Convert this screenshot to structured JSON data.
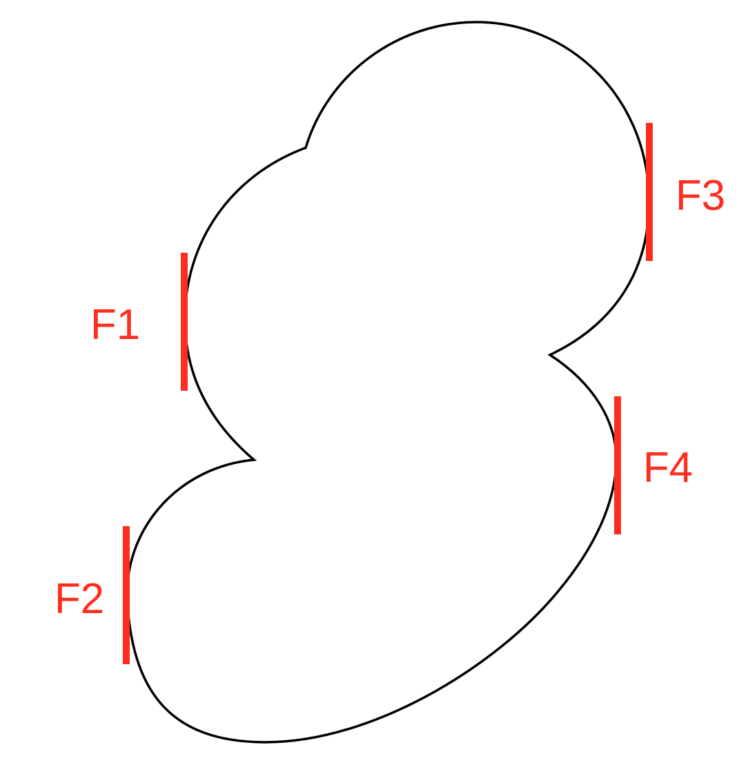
{
  "colors": {
    "outline": "#000000",
    "marker": "#ff2d1f",
    "background": "#ffffff"
  },
  "markers": [
    {
      "id": "f1",
      "label": "F1"
    },
    {
      "id": "f2",
      "label": "F2"
    },
    {
      "id": "f3",
      "label": "F3"
    },
    {
      "id": "f4",
      "label": "F4"
    }
  ]
}
